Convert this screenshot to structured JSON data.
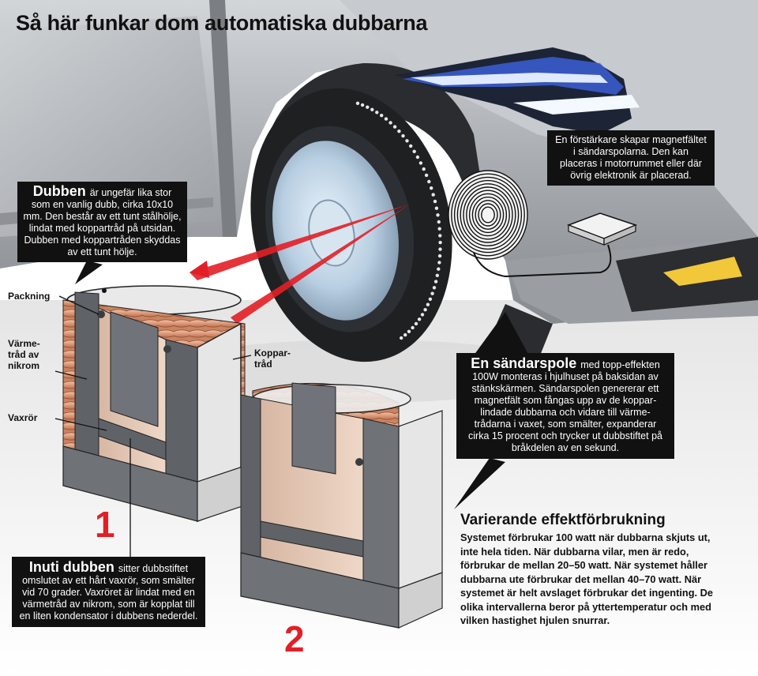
{
  "title": "Så här funkar dom automatiska dubbarna",
  "boxes": {
    "dubben": {
      "head": "Dubben",
      "body": "är ungefär lika stor som en vanlig dubb, cirka 10x10 mm. Den består av ett tunt stålhölje, lindat med koppartråd på utsidan. Dubben med koppar­tråden skyddas av ett tunt hölje."
    },
    "amplifier": {
      "body": "En förstärkare skapar magnet­fältet i sändarspolarna. Den kan placeras i motorrummet eller där övrig elektronik är placerad."
    },
    "sendarspole": {
      "head": "En sändarspole",
      "body": "med topp-effekten 100W monteras i hjulhuset på baksidan av stänkskärmen. Sändarspolen genererar ett magnetfält som fångas upp av de koppar­lindade dubbarna och vidare till värme-trådarna i vaxet, som smälter, expanderar cirka 15 procent och trycker ut dubbstiftet på bråkdelen av en sekund."
    },
    "inuti": {
      "head": "Inuti dubben",
      "body": "sitter dubbstiftet omslutet av ett hårt vaxrör, som smälter vid 70 grader. Vaxröret är lindat med en värmetråd av nikrom, som är kopplat till en liten kondensa­tor i dubbens nederdel."
    }
  },
  "labels": {
    "packning": "Packning",
    "varmetrad": "Värme-\ntråd av\nnikrom",
    "vaxror": "Vaxrör",
    "koppartrad": "Koppar-\ntråd",
    "step1": "1",
    "step2": "2"
  },
  "effect": {
    "title": "Varierande effektförbrukning",
    "body": "Systemet förbrukar 100 watt när dubbarna skjuts ut, inte hela tiden. När dubbarna vilar, men är redo, förbrukar de mellan 20–50 watt. När systemet håller dubbarna ute förbrukar det mellan 40–70 watt. När systemet är helt avslaget förbrukar det ingenting. De olika intervallerna beror på yttertemperatur och med vilken hastighet hjulen snurrar."
  },
  "colors": {
    "accent": "#e21f26",
    "copper": "#d9906a",
    "wax": "#e7c9b6",
    "casing": "#6f7378",
    "car_body": "#b9bdc1",
    "headlight": "#3b5fd6"
  }
}
